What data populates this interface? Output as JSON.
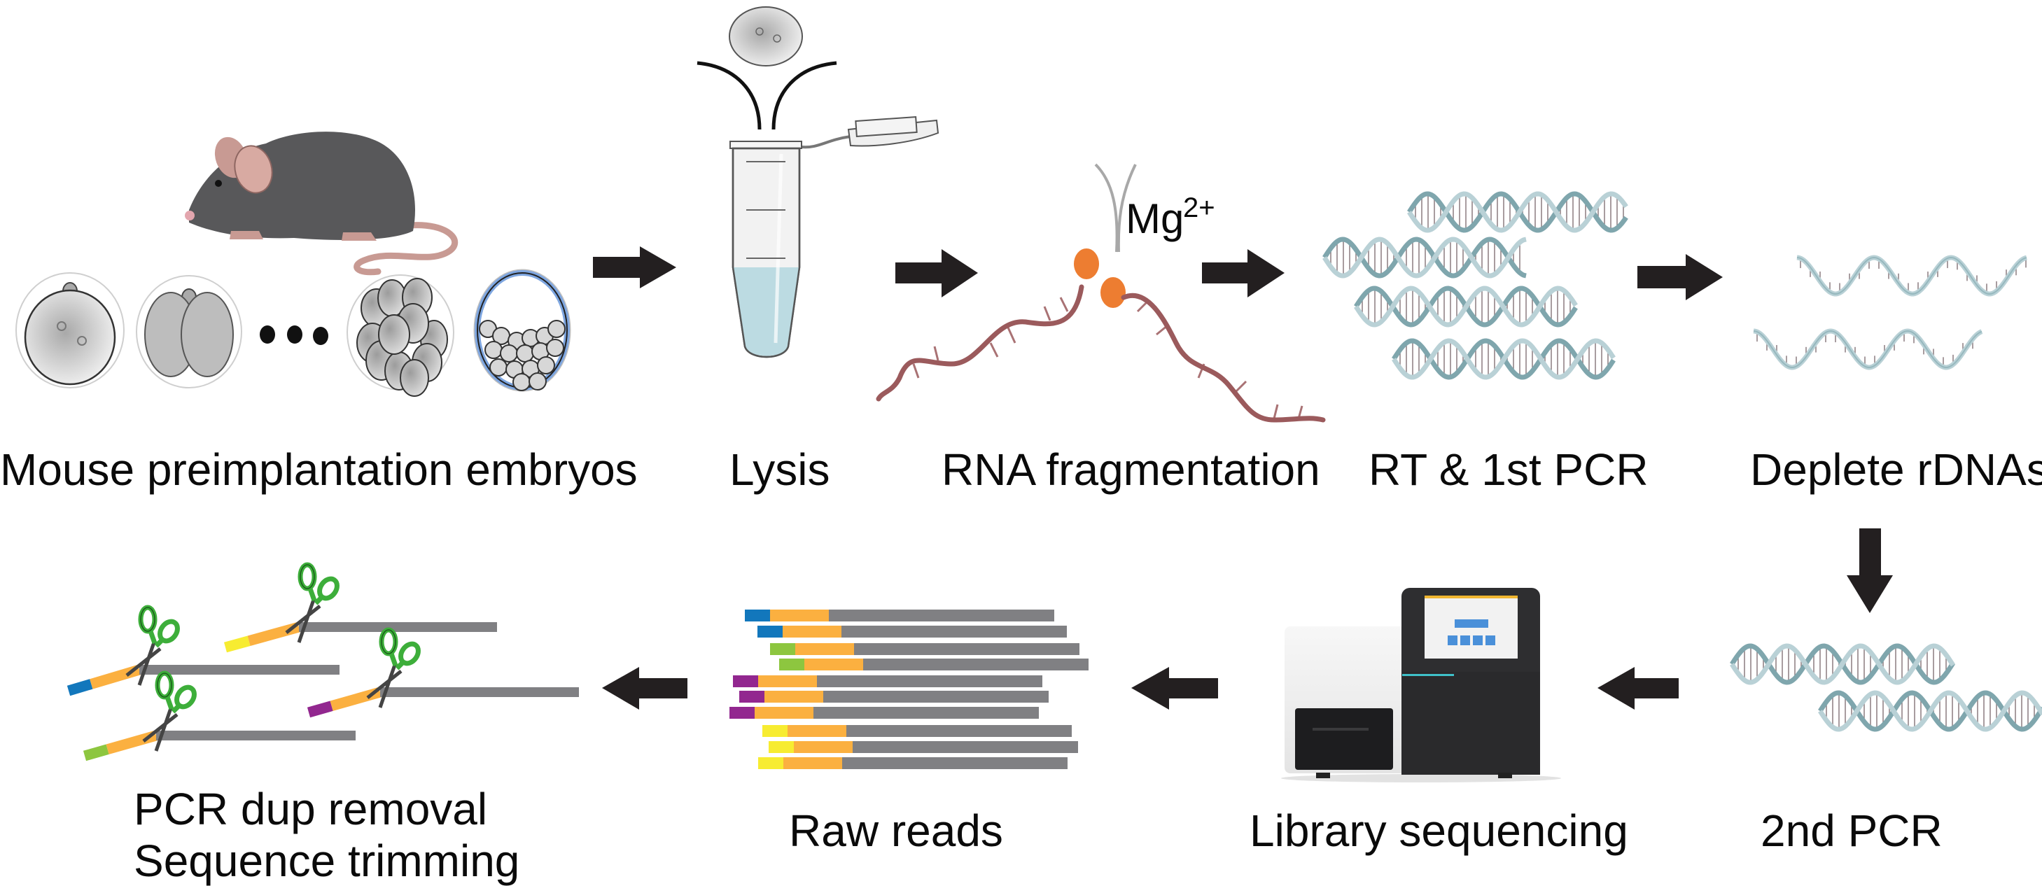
{
  "figure": {
    "title": "Single-embryo RNA-seq library construction workflow",
    "colors": {
      "arrow": "#231f20",
      "ion": "#ed7d31",
      "rna": "#9b5a5c",
      "dna_backbone": "#b9d1d6",
      "dna_backbone_dark": "#7fa6ad",
      "dna_rung": "#8a7a7f",
      "tube_liquid": "#bcdbe2",
      "embryo_fill": "#c8c8c8",
      "trophectoderm": "#7ea6e0",
      "mouse_body": "#58585a",
      "mouse_pink": "#c89a93",
      "scissors": "#3dae3a",
      "read_body": "#808083",
      "adapter": "#fbb040",
      "sequencer_dark": "#2b2b2d"
    }
  },
  "steps": [
    {
      "id": "embryos",
      "label": "Mouse preimplantation embryos",
      "icon": "mouse-embryos-icon"
    },
    {
      "id": "lysis",
      "label": "Lysis",
      "icon": "microtube-icon"
    },
    {
      "id": "fragmentation",
      "label": "RNA fragmentation",
      "icon": "rna-strand-icon",
      "reagent": "Mg",
      "reagent_charge": "2+"
    },
    {
      "id": "rt_pcr1",
      "label": "RT & 1st PCR",
      "icon": "dsdna-icon"
    },
    {
      "id": "deplete",
      "label": "Deplete rDNAs",
      "icon": "ssdna-icon"
    },
    {
      "id": "pcr2",
      "label": "2nd PCR",
      "icon": "dsdna-icon"
    },
    {
      "id": "sequencing",
      "label": "Library sequencing",
      "icon": "sequencer-icon"
    },
    {
      "id": "raw_reads",
      "label": "Raw reads",
      "icon": "reads-icon"
    },
    {
      "id": "processing",
      "label_line1": "PCR dup removal",
      "label_line2": "Sequence trimming",
      "icon": "scissors-icon"
    }
  ],
  "embryo_stages": [
    "zygote",
    "2-cell",
    "ellipsis",
    "morula",
    "blastocyst"
  ],
  "raw_reads": {
    "barcode_colors": {
      "blue": "#1277bc",
      "green": "#8dc63f",
      "purple": "#92278f",
      "yellow": "#f7ec31"
    },
    "reads": [
      {
        "barcode": "blue"
      },
      {
        "barcode": "blue"
      },
      {
        "barcode": "green"
      },
      {
        "barcode": "green"
      },
      {
        "barcode": "purple"
      },
      {
        "barcode": "purple"
      },
      {
        "barcode": "purple"
      },
      {
        "barcode": "yellow"
      },
      {
        "barcode": "yellow"
      },
      {
        "barcode": "yellow"
      }
    ]
  },
  "trimmed_reads": [
    {
      "barcode": "blue"
    },
    {
      "barcode": "yellow"
    },
    {
      "barcode": "purple"
    },
    {
      "barcode": "green"
    }
  ]
}
